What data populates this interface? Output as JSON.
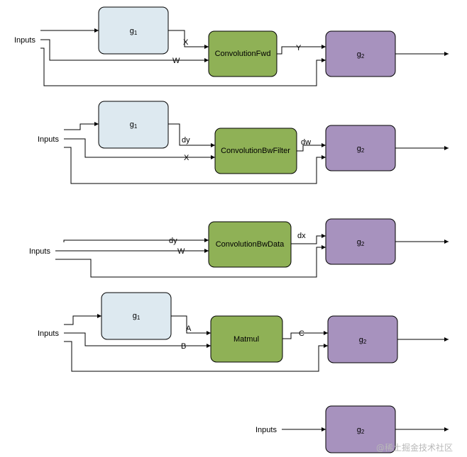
{
  "colors": {
    "g1": "#dde9f0",
    "op": "#8fb156",
    "g2": "#a792be"
  },
  "rows": [
    {
      "inputs": "Inputs",
      "g1": "g",
      "g1_sub": "1",
      "op": "ConvolutionFwd",
      "in1": "X",
      "in2": "W",
      "out": "Y",
      "g2": "g",
      "g2_sub": "2"
    },
    {
      "inputs": "Inputs",
      "g1": "g",
      "g1_sub": "1",
      "op": "ConvolutionBwFilter",
      "in1": "dy",
      "in2": "X",
      "out": "dw",
      "g2": "g",
      "g2_sub": "2"
    },
    {
      "inputs": "Inputs",
      "op": "ConvolutionBwData",
      "in1": "dy",
      "in2": "W",
      "out": "dx",
      "g2": "g",
      "g2_sub": "2"
    },
    {
      "inputs": "Inputs",
      "g1": "g",
      "g1_sub": "1",
      "op": "Matmul",
      "in1": "A",
      "in2": "B",
      "out": "C",
      "g2": "g",
      "g2_sub": "2"
    },
    {
      "inputs": "Inputs",
      "g2": "g",
      "g2_sub": "2"
    }
  ],
  "watermark": "@稀土掘金技术社区"
}
